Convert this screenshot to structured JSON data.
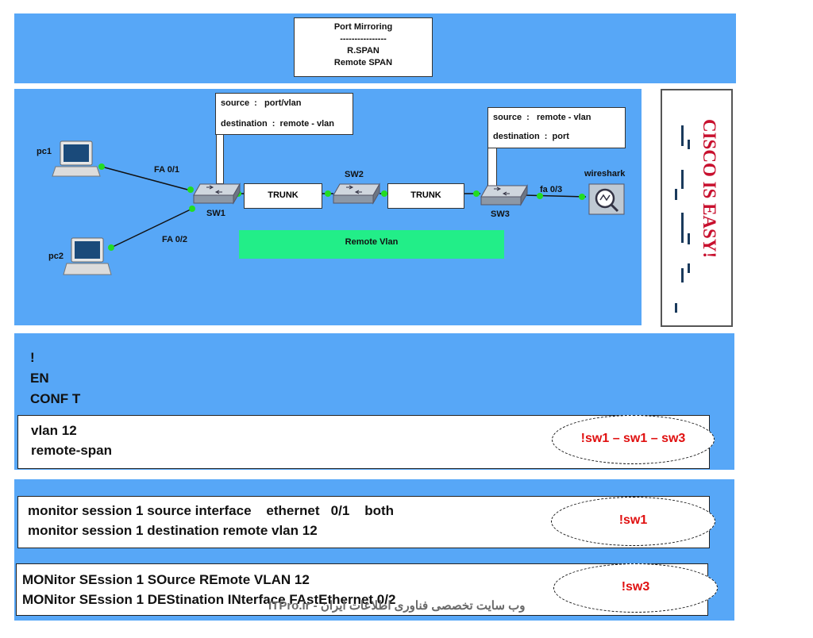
{
  "title_box": {
    "line1": "Port Mirroring",
    "line2": "----------------",
    "line3": "R.SPAN",
    "line4": "Remote SPAN"
  },
  "callout_sw1": {
    "source": "source  :   port/vlan",
    "destination": "destination  :  remote - vlan"
  },
  "callout_sw3": {
    "source": "source  :   remote - vlan",
    "destination": "destination  :  port"
  },
  "devices": {
    "pc1": "pc1",
    "pc2": "pc2",
    "sw1": "SW1",
    "sw2": "SW2",
    "sw3": "SW3",
    "wireshark": "wireshark"
  },
  "links": {
    "fa01": "FA 0/1",
    "fa02": "FA 0/2",
    "fa03": "fa 0/3",
    "trunk1": "TRUNK",
    "trunk2": "TRUNK"
  },
  "remote_vlan": "Remote Vlan",
  "logo_text": "CISCO IS EASY!",
  "commands": {
    "bang": "!",
    "en": "EN",
    "conf": "CONF T",
    "box1": {
      "line1": "vlan 12",
      "line2": "remote-span",
      "tag": "!sw1 – sw1 – sw3"
    },
    "box2": {
      "line1": "monitor session 1 source interface    ethernet   0/1    both",
      "line2": "monitor session 1 destination remote vlan 12",
      "tag": "!sw1"
    },
    "box3": {
      "line1": "MONitor SEssion 1 SOurce REmote VLAN 12",
      "line2": "MONitor SEssion 1 DEStination INterface FAstEthernet 0/2",
      "tag": "!sw3"
    }
  },
  "footer": "وب سایت تخصصی فناوری اطلاعات ایران - ITPro.ir",
  "colors": {
    "panel": "#57a7f7",
    "remote_vlan": "#22ee88",
    "port_dot": "#22dd22",
    "tag": "#e01010",
    "logo_red": "#c8102e",
    "logo_navy": "#1a3a5c"
  }
}
